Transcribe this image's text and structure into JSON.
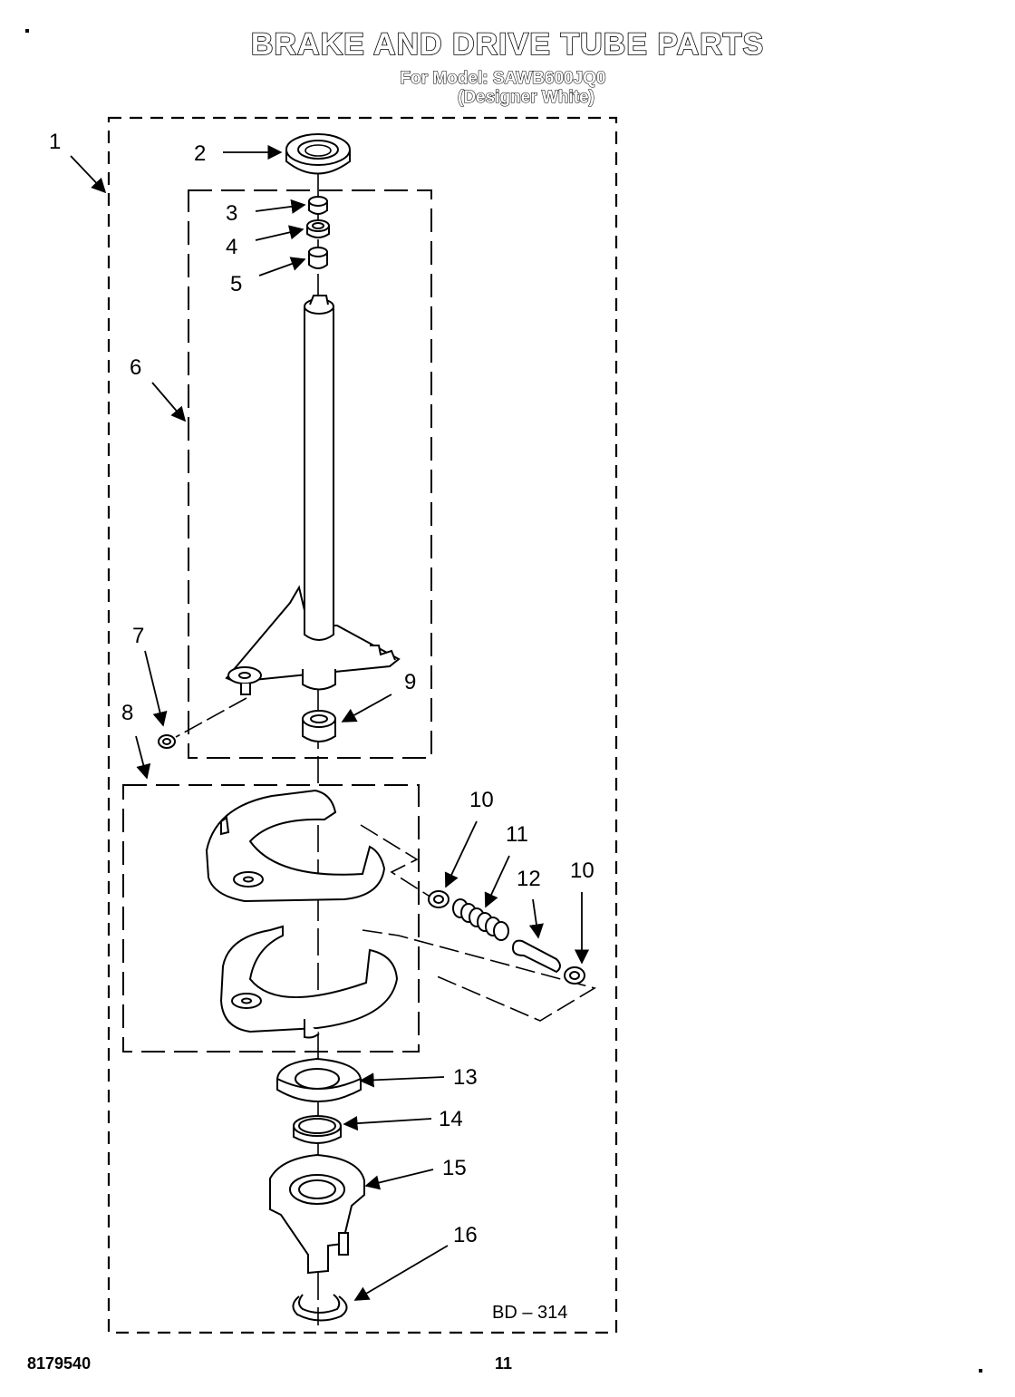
{
  "header": {
    "title": "BRAKE AND DRIVE TUBE PARTS",
    "model_line": "For Model: SAWB600JQ0",
    "color_line": "(Designer White)"
  },
  "diagram": {
    "code": "BD – 314",
    "callouts": [
      "1",
      "2",
      "3",
      "4",
      "5",
      "6",
      "7",
      "8",
      "9",
      "10",
      "11",
      "12",
      "10",
      "13",
      "14",
      "15",
      "16"
    ]
  },
  "footer": {
    "part_number": "8179540",
    "page_number": "11"
  }
}
